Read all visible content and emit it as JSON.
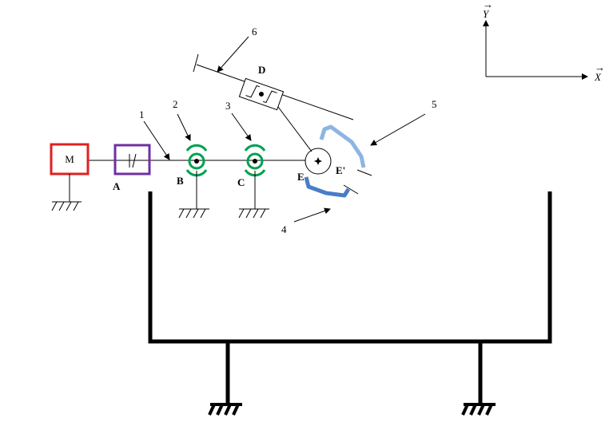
{
  "labels": {
    "motor": "M",
    "a": "A",
    "b": "B",
    "c": "C",
    "d": "D",
    "e": "E",
    "e_prime": "E'",
    "n1": "1",
    "n2": "2",
    "n3": "3",
    "n4": "4",
    "n5": "5",
    "n6": "6"
  },
  "axes": {
    "x": "X",
    "y": "Y",
    "vector_arrow": "→"
  },
  "colors": {
    "motor": "#e02020",
    "coupling": "#7030a0",
    "bearing": "#00a050",
    "jaw_upper": "#8eb4e3",
    "jaw_lower": "#4a7cc7",
    "line": "#000000"
  }
}
